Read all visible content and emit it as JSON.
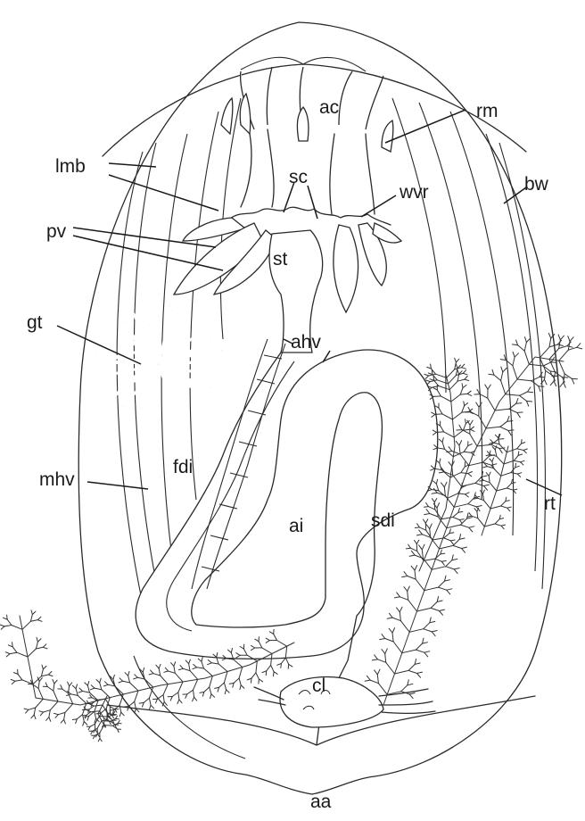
{
  "diagram": {
    "labels": {
      "ac": "ac",
      "rm": "rm",
      "lmb": "lmb",
      "bw": "bw",
      "sc": "sc",
      "wvr": "wvr",
      "pv": "pv",
      "st": "st",
      "gt": "gt",
      "ahv": "ahv",
      "mhv": "mhv",
      "fdi": "fdi",
      "ai": "ai",
      "sdi": "sdi",
      "rt": "rt",
      "cl": "cl",
      "aa": "aa"
    }
  }
}
